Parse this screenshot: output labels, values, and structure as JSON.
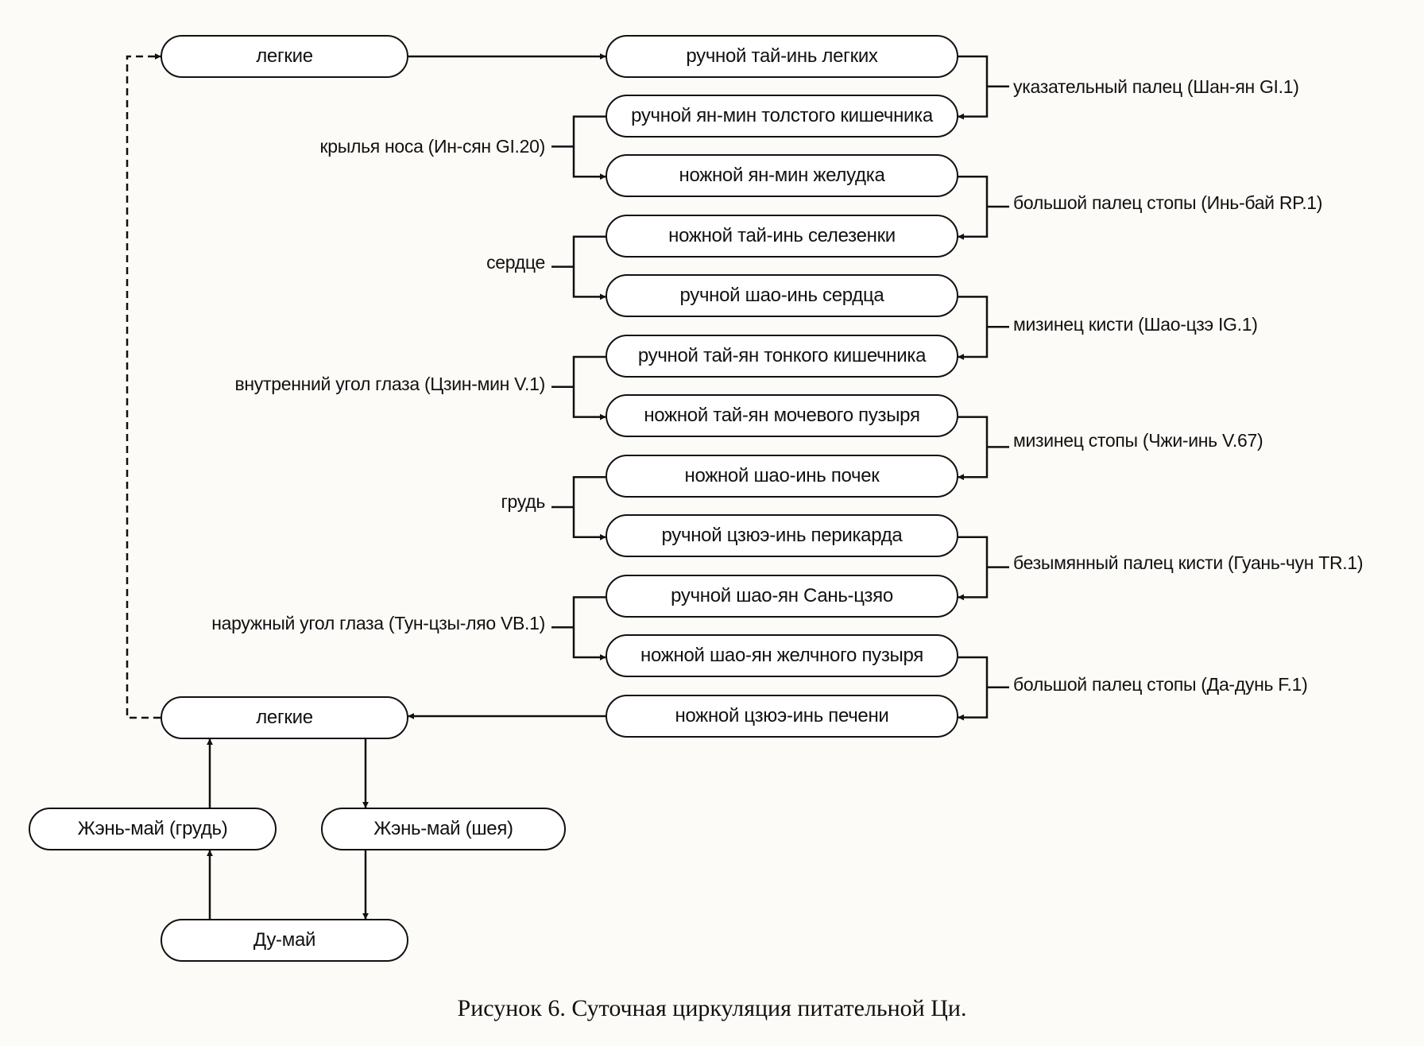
{
  "meridians": [
    "ручной тай-инь легких",
    "ручной ян-мин толстого кишечника",
    "ножной ян-мин желудка",
    "ножной тай-инь селезенки",
    "ручной шао-инь сердца",
    "ручной тай-ян тонкого кишечника",
    "ножной тай-ян мочевого пузыря",
    "ножной шао-инь почек",
    "ручной цзюэ-инь перикарда",
    "ручной шао-ян Сань-цзяо",
    "ножной шао-ян желчного пузыря",
    "ножной цзюэ-инь печени"
  ],
  "right_connectors": [
    "указательный палец (Шан-ян GI.1)",
    "большой палец стопы (Инь-бай RP.1)",
    "мизинец кисти (Шао-цзэ IG.1)",
    "мизинец стопы (Чжи-инь V.67)",
    "безымянный палец кисти (Гуань-чун TR.1)",
    "большой палец стопы (Да-дунь F.1)"
  ],
  "left_connectors": [
    "крылья носа (Ин-сян GI.20)",
    "сердце",
    "внутренний угол глаза (Цзин-мин V.1)",
    "грудь",
    "наружный угол глаза (Тун-цзы-ляо VB.1)"
  ],
  "nodes": {
    "lungs_top": "легкие",
    "lungs_bottom": "легкие",
    "ren_mai_chest": "Жэнь-май (грудь)",
    "ren_mai_neck": "Жэнь-май (шея)",
    "du_mai": "Ду-май"
  },
  "caption": "Рисунок 6. Суточная циркуляция питательной Ци."
}
